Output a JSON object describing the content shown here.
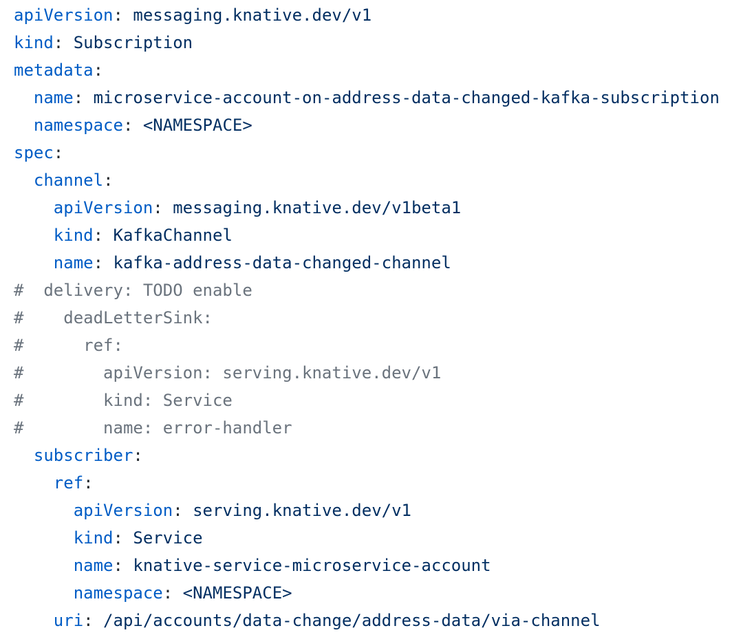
{
  "colors": {
    "background": "#ffffff",
    "key-color": "#005cc5",
    "value-color": "#032f62",
    "punct-color": "#24292e",
    "comment-color": "#6a737d"
  },
  "code": {
    "language": "yaml",
    "lines": [
      {
        "tokens": [
          {
            "t": "key",
            "v": "apiVersion"
          },
          {
            "t": "p",
            "v": ":"
          },
          {
            "t": "val",
            "v": " messaging.knative.dev/v1"
          }
        ]
      },
      {
        "tokens": [
          {
            "t": "key",
            "v": "kind"
          },
          {
            "t": "p",
            "v": ":"
          },
          {
            "t": "val",
            "v": " Subscription"
          }
        ]
      },
      {
        "tokens": [
          {
            "t": "key",
            "v": "metadata"
          },
          {
            "t": "p",
            "v": ":"
          }
        ]
      },
      {
        "tokens": [
          {
            "t": "ws",
            "v": "  "
          },
          {
            "t": "key",
            "v": "name"
          },
          {
            "t": "p",
            "v": ":"
          },
          {
            "t": "val",
            "v": " microservice-account-on-address-data-changed-kafka-subscription"
          }
        ]
      },
      {
        "tokens": [
          {
            "t": "ws",
            "v": "  "
          },
          {
            "t": "key",
            "v": "namespace"
          },
          {
            "t": "p",
            "v": ":"
          },
          {
            "t": "val",
            "v": " <NAMESPACE>"
          }
        ]
      },
      {
        "tokens": [
          {
            "t": "key",
            "v": "spec"
          },
          {
            "t": "p",
            "v": ":"
          }
        ]
      },
      {
        "tokens": [
          {
            "t": "ws",
            "v": "  "
          },
          {
            "t": "key",
            "v": "channel"
          },
          {
            "t": "p",
            "v": ":"
          }
        ]
      },
      {
        "tokens": [
          {
            "t": "ws",
            "v": "    "
          },
          {
            "t": "key",
            "v": "apiVersion"
          },
          {
            "t": "p",
            "v": ":"
          },
          {
            "t": "val",
            "v": " messaging.knative.dev/v1beta1"
          }
        ]
      },
      {
        "tokens": [
          {
            "t": "ws",
            "v": "    "
          },
          {
            "t": "key",
            "v": "kind"
          },
          {
            "t": "p",
            "v": ":"
          },
          {
            "t": "val",
            "v": " KafkaChannel"
          }
        ]
      },
      {
        "tokens": [
          {
            "t": "ws",
            "v": "    "
          },
          {
            "t": "key",
            "v": "name"
          },
          {
            "t": "p",
            "v": ":"
          },
          {
            "t": "val",
            "v": " kafka-address-data-changed-channel"
          }
        ]
      },
      {
        "tokens": [
          {
            "t": "com",
            "v": "#  delivery: TODO enable"
          }
        ]
      },
      {
        "tokens": [
          {
            "t": "com",
            "v": "#    deadLetterSink:"
          }
        ]
      },
      {
        "tokens": [
          {
            "t": "com",
            "v": "#      ref:"
          }
        ]
      },
      {
        "tokens": [
          {
            "t": "com",
            "v": "#        apiVersion: serving.knative.dev/v1"
          }
        ]
      },
      {
        "tokens": [
          {
            "t": "com",
            "v": "#        kind: Service"
          }
        ]
      },
      {
        "tokens": [
          {
            "t": "com",
            "v": "#        name: error-handler"
          }
        ]
      },
      {
        "tokens": [
          {
            "t": "ws",
            "v": "  "
          },
          {
            "t": "key",
            "v": "subscriber"
          },
          {
            "t": "p",
            "v": ":"
          }
        ]
      },
      {
        "tokens": [
          {
            "t": "ws",
            "v": "    "
          },
          {
            "t": "key",
            "v": "ref"
          },
          {
            "t": "p",
            "v": ":"
          }
        ]
      },
      {
        "tokens": [
          {
            "t": "ws",
            "v": "      "
          },
          {
            "t": "key",
            "v": "apiVersion"
          },
          {
            "t": "p",
            "v": ":"
          },
          {
            "t": "val",
            "v": " serving.knative.dev/v1"
          }
        ]
      },
      {
        "tokens": [
          {
            "t": "ws",
            "v": "      "
          },
          {
            "t": "key",
            "v": "kind"
          },
          {
            "t": "p",
            "v": ":"
          },
          {
            "t": "val",
            "v": " Service"
          }
        ]
      },
      {
        "tokens": [
          {
            "t": "ws",
            "v": "      "
          },
          {
            "t": "key",
            "v": "name"
          },
          {
            "t": "p",
            "v": ":"
          },
          {
            "t": "val",
            "v": " knative-service-microservice-account"
          }
        ]
      },
      {
        "tokens": [
          {
            "t": "ws",
            "v": "      "
          },
          {
            "t": "key",
            "v": "namespace"
          },
          {
            "t": "p",
            "v": ":"
          },
          {
            "t": "val",
            "v": " <NAMESPACE>"
          }
        ]
      },
      {
        "tokens": [
          {
            "t": "ws",
            "v": "    "
          },
          {
            "t": "key",
            "v": "uri"
          },
          {
            "t": "p",
            "v": ":"
          },
          {
            "t": "val",
            "v": " /api/accounts/data-change/address-data/via-channel"
          }
        ]
      }
    ]
  }
}
